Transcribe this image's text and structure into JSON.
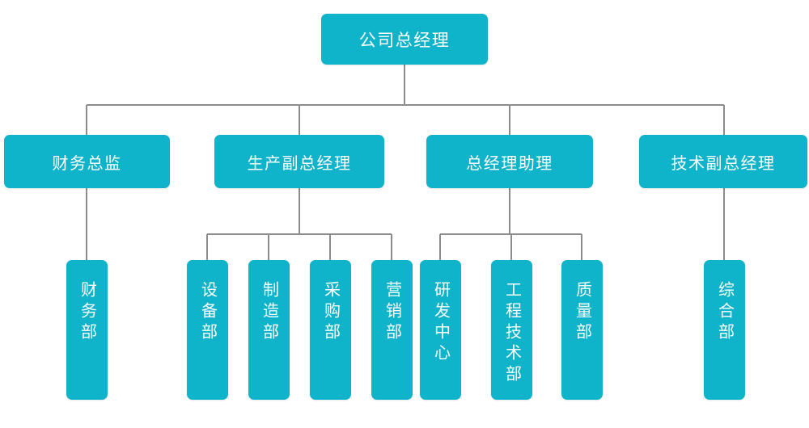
{
  "chart_data": {
    "type": "diagram",
    "title": "",
    "diagram_kind": "organization-chart",
    "orientation": "top-down",
    "node_color": "#0fb4ca",
    "connector_color": "#8c8c8c",
    "text_color": "#ffffff",
    "levels": 3,
    "nodes": [
      {
        "id": "gm",
        "label": "公司总经理",
        "level": 1,
        "parent": null
      },
      {
        "id": "cfo",
        "label": "财务总监",
        "level": 2,
        "parent": "gm"
      },
      {
        "id": "vp_prod",
        "label": "生产副总经理",
        "level": 2,
        "parent": "gm"
      },
      {
        "id": "gm_assist",
        "label": "总经理助理",
        "level": 2,
        "parent": "gm"
      },
      {
        "id": "vp_tech",
        "label": "技术副总经理",
        "level": 2,
        "parent": "gm"
      },
      {
        "id": "finance",
        "label": "财务部",
        "level": 3,
        "parent": "cfo"
      },
      {
        "id": "equipment",
        "label": "设备部",
        "level": 3,
        "parent": "vp_prod"
      },
      {
        "id": "manufacturing",
        "label": "制造部",
        "level": 3,
        "parent": "vp_prod"
      },
      {
        "id": "purchasing",
        "label": "采购部",
        "level": 3,
        "parent": "vp_prod"
      },
      {
        "id": "marketing",
        "label": "营销部",
        "level": 3,
        "parent": "vp_prod"
      },
      {
        "id": "rnd",
        "label": "研发中心",
        "level": 3,
        "parent": "gm_assist"
      },
      {
        "id": "engineering",
        "label": "工程技术部",
        "level": 3,
        "parent": "gm_assist"
      },
      {
        "id": "quality",
        "label": "质量部",
        "level": 3,
        "parent": "gm_assist"
      },
      {
        "id": "general_affairs",
        "label": "综合部",
        "level": 3,
        "parent": "vp_tech"
      }
    ]
  },
  "root": {
    "label": "公司总经理"
  },
  "level2": [
    {
      "label": "财务总监"
    },
    {
      "label": "生产副总经理"
    },
    {
      "label": "总经理助理"
    },
    {
      "label": "技术副总经理"
    }
  ],
  "level3": [
    {
      "label": "财务部"
    },
    {
      "label": "设备部"
    },
    {
      "label": "制造部"
    },
    {
      "label": "采购部"
    },
    {
      "label": "营销部"
    },
    {
      "label": "研发中心"
    },
    {
      "label": "工程技术部"
    },
    {
      "label": "质量部"
    },
    {
      "label": "综合部"
    }
  ],
  "colors": {
    "node": "#0fb4ca",
    "connector": "#8c8c8c",
    "label": "#ffffff",
    "background": "#ffffff"
  }
}
